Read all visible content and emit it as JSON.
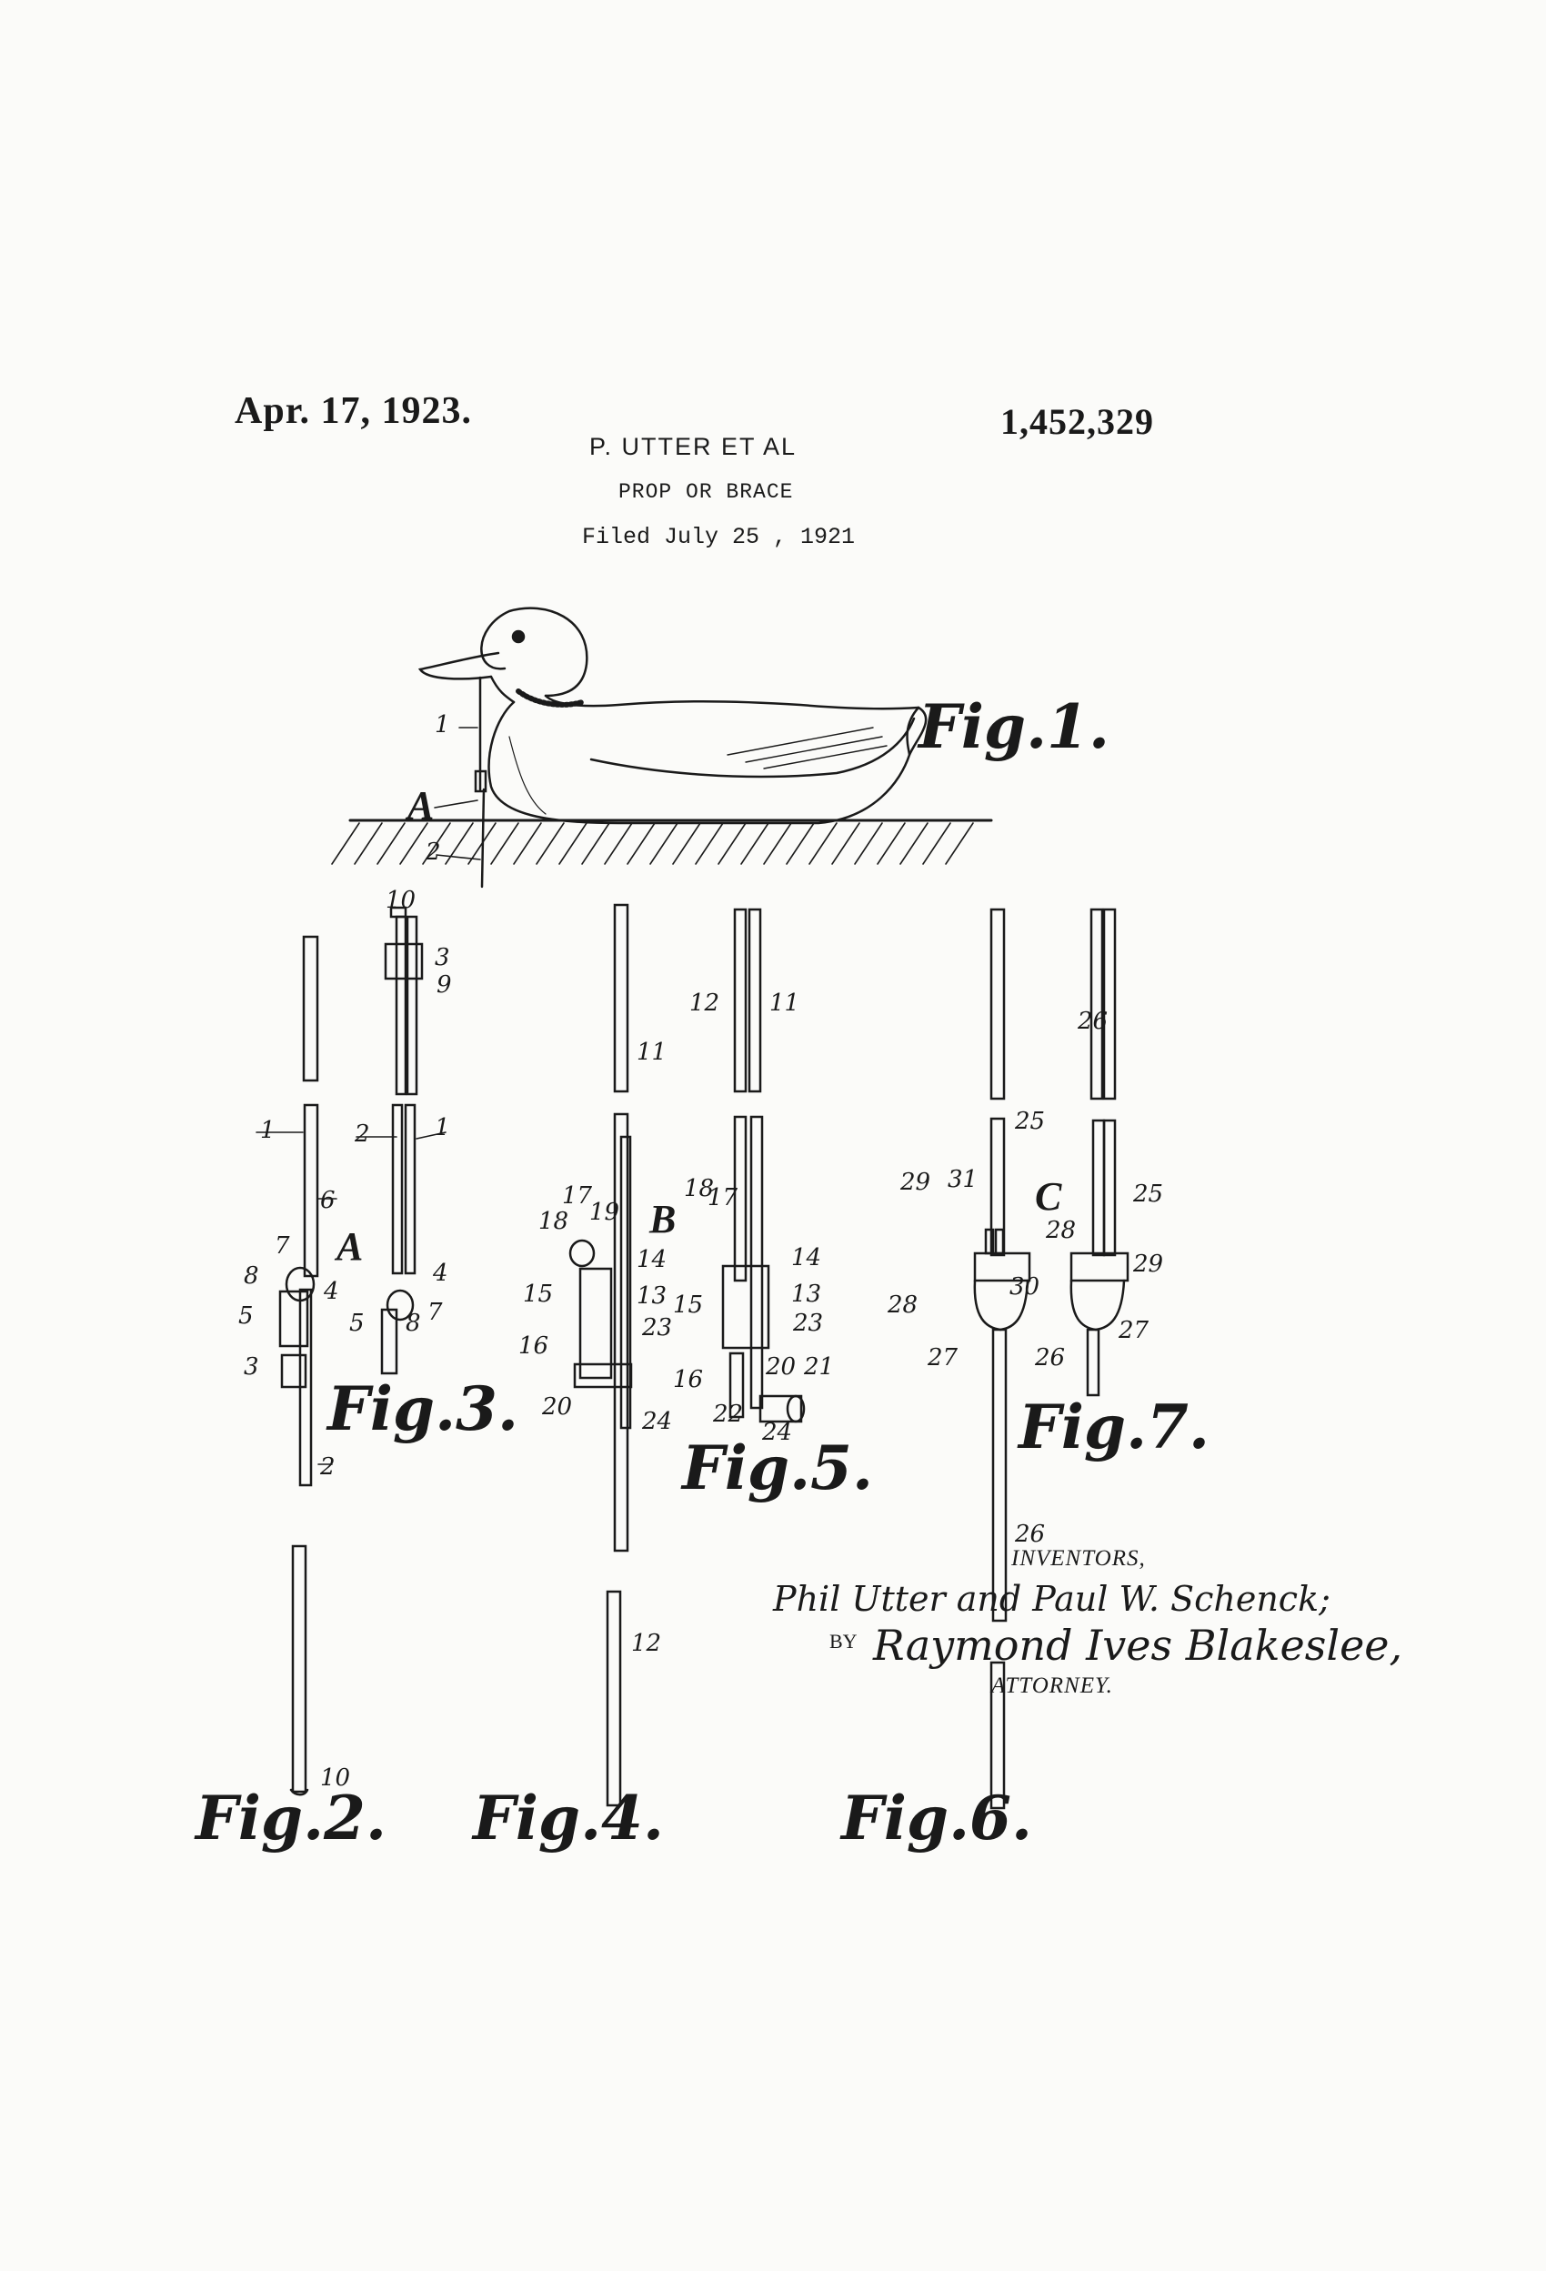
{
  "header": {
    "date": "Apr. 17, 1923.",
    "patent_number": "1,452,329",
    "inventor_line": "P. UTTER ET AL",
    "title": "PROP OR BRACE",
    "filed": "Filed July 25 , 1921"
  },
  "figures": {
    "fig1": "Fig.1.",
    "fig2": "Fig.2.",
    "fig3": "Fig.3.",
    "fig4": "Fig.4.",
    "fig5": "Fig.5.",
    "fig6": "Fig.6.",
    "fig7": "Fig.7."
  },
  "section_letters": {
    "a": "A",
    "b": "B",
    "c": "C"
  },
  "refs": [
    "1",
    "2",
    "3",
    "4",
    "5",
    "6",
    "7",
    "8",
    "9",
    "10",
    "11",
    "12",
    "13",
    "14",
    "15",
    "16",
    "17",
    "18",
    "19",
    "20",
    "21",
    "22",
    "23",
    "24",
    "25",
    "26",
    "27",
    "28",
    "29",
    "30",
    "31"
  ],
  "signature": {
    "inventors_label": "INVENTORS,",
    "inventors": "Phil Utter and Paul W. Schenck;",
    "by": "BY",
    "attorney_name": "Raymond Ives Blakeslee,",
    "attorney_label": "ATTORNEY."
  },
  "colors": {
    "ink": "#1a1a1a",
    "paper": "#fbfbf9"
  }
}
